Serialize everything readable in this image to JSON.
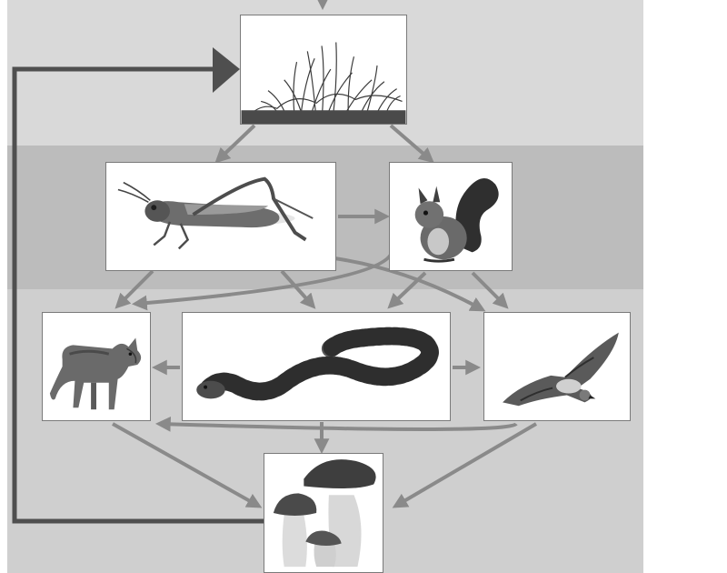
{
  "diagram": {
    "kind": "food-web",
    "palette": {
      "band_light": "#d9d9d9",
      "band_dark": "#bcbcbc",
      "band_lower": "#cfcfcf",
      "arrow": "#8a8a8a",
      "loop_arrow": "#4f4f4f",
      "card_border": "#7a7a7a"
    },
    "nodes": [
      {
        "id": "grass",
        "icon": "grass-icon"
      },
      {
        "id": "grasshopper",
        "icon": "grasshopper-icon"
      },
      {
        "id": "squirrel",
        "icon": "squirrel-icon"
      },
      {
        "id": "wolf",
        "icon": "wolf-icon"
      },
      {
        "id": "snake",
        "icon": "snake-icon"
      },
      {
        "id": "hawk",
        "icon": "hawk-icon"
      },
      {
        "id": "mushrooms",
        "icon": "mushroom-icon"
      }
    ],
    "edges": [
      {
        "from": "grass",
        "to": "grasshopper"
      },
      {
        "from": "grass",
        "to": "squirrel"
      },
      {
        "from": "grasshopper",
        "to": "squirrel"
      },
      {
        "from": "grasshopper",
        "to": "wolf"
      },
      {
        "from": "grasshopper",
        "to": "snake"
      },
      {
        "from": "grasshopper",
        "to": "hawk"
      },
      {
        "from": "squirrel",
        "to": "wolf"
      },
      {
        "from": "squirrel",
        "to": "snake"
      },
      {
        "from": "squirrel",
        "to": "hawk"
      },
      {
        "from": "snake",
        "to": "wolf"
      },
      {
        "from": "snake",
        "to": "hawk"
      },
      {
        "from": "snake",
        "to": "mushrooms"
      },
      {
        "from": "hawk",
        "to": "wolf"
      },
      {
        "from": "hawk",
        "to": "mushrooms"
      },
      {
        "from": "wolf",
        "to": "mushrooms"
      },
      {
        "from": "mushrooms",
        "to": "grass"
      }
    ]
  }
}
